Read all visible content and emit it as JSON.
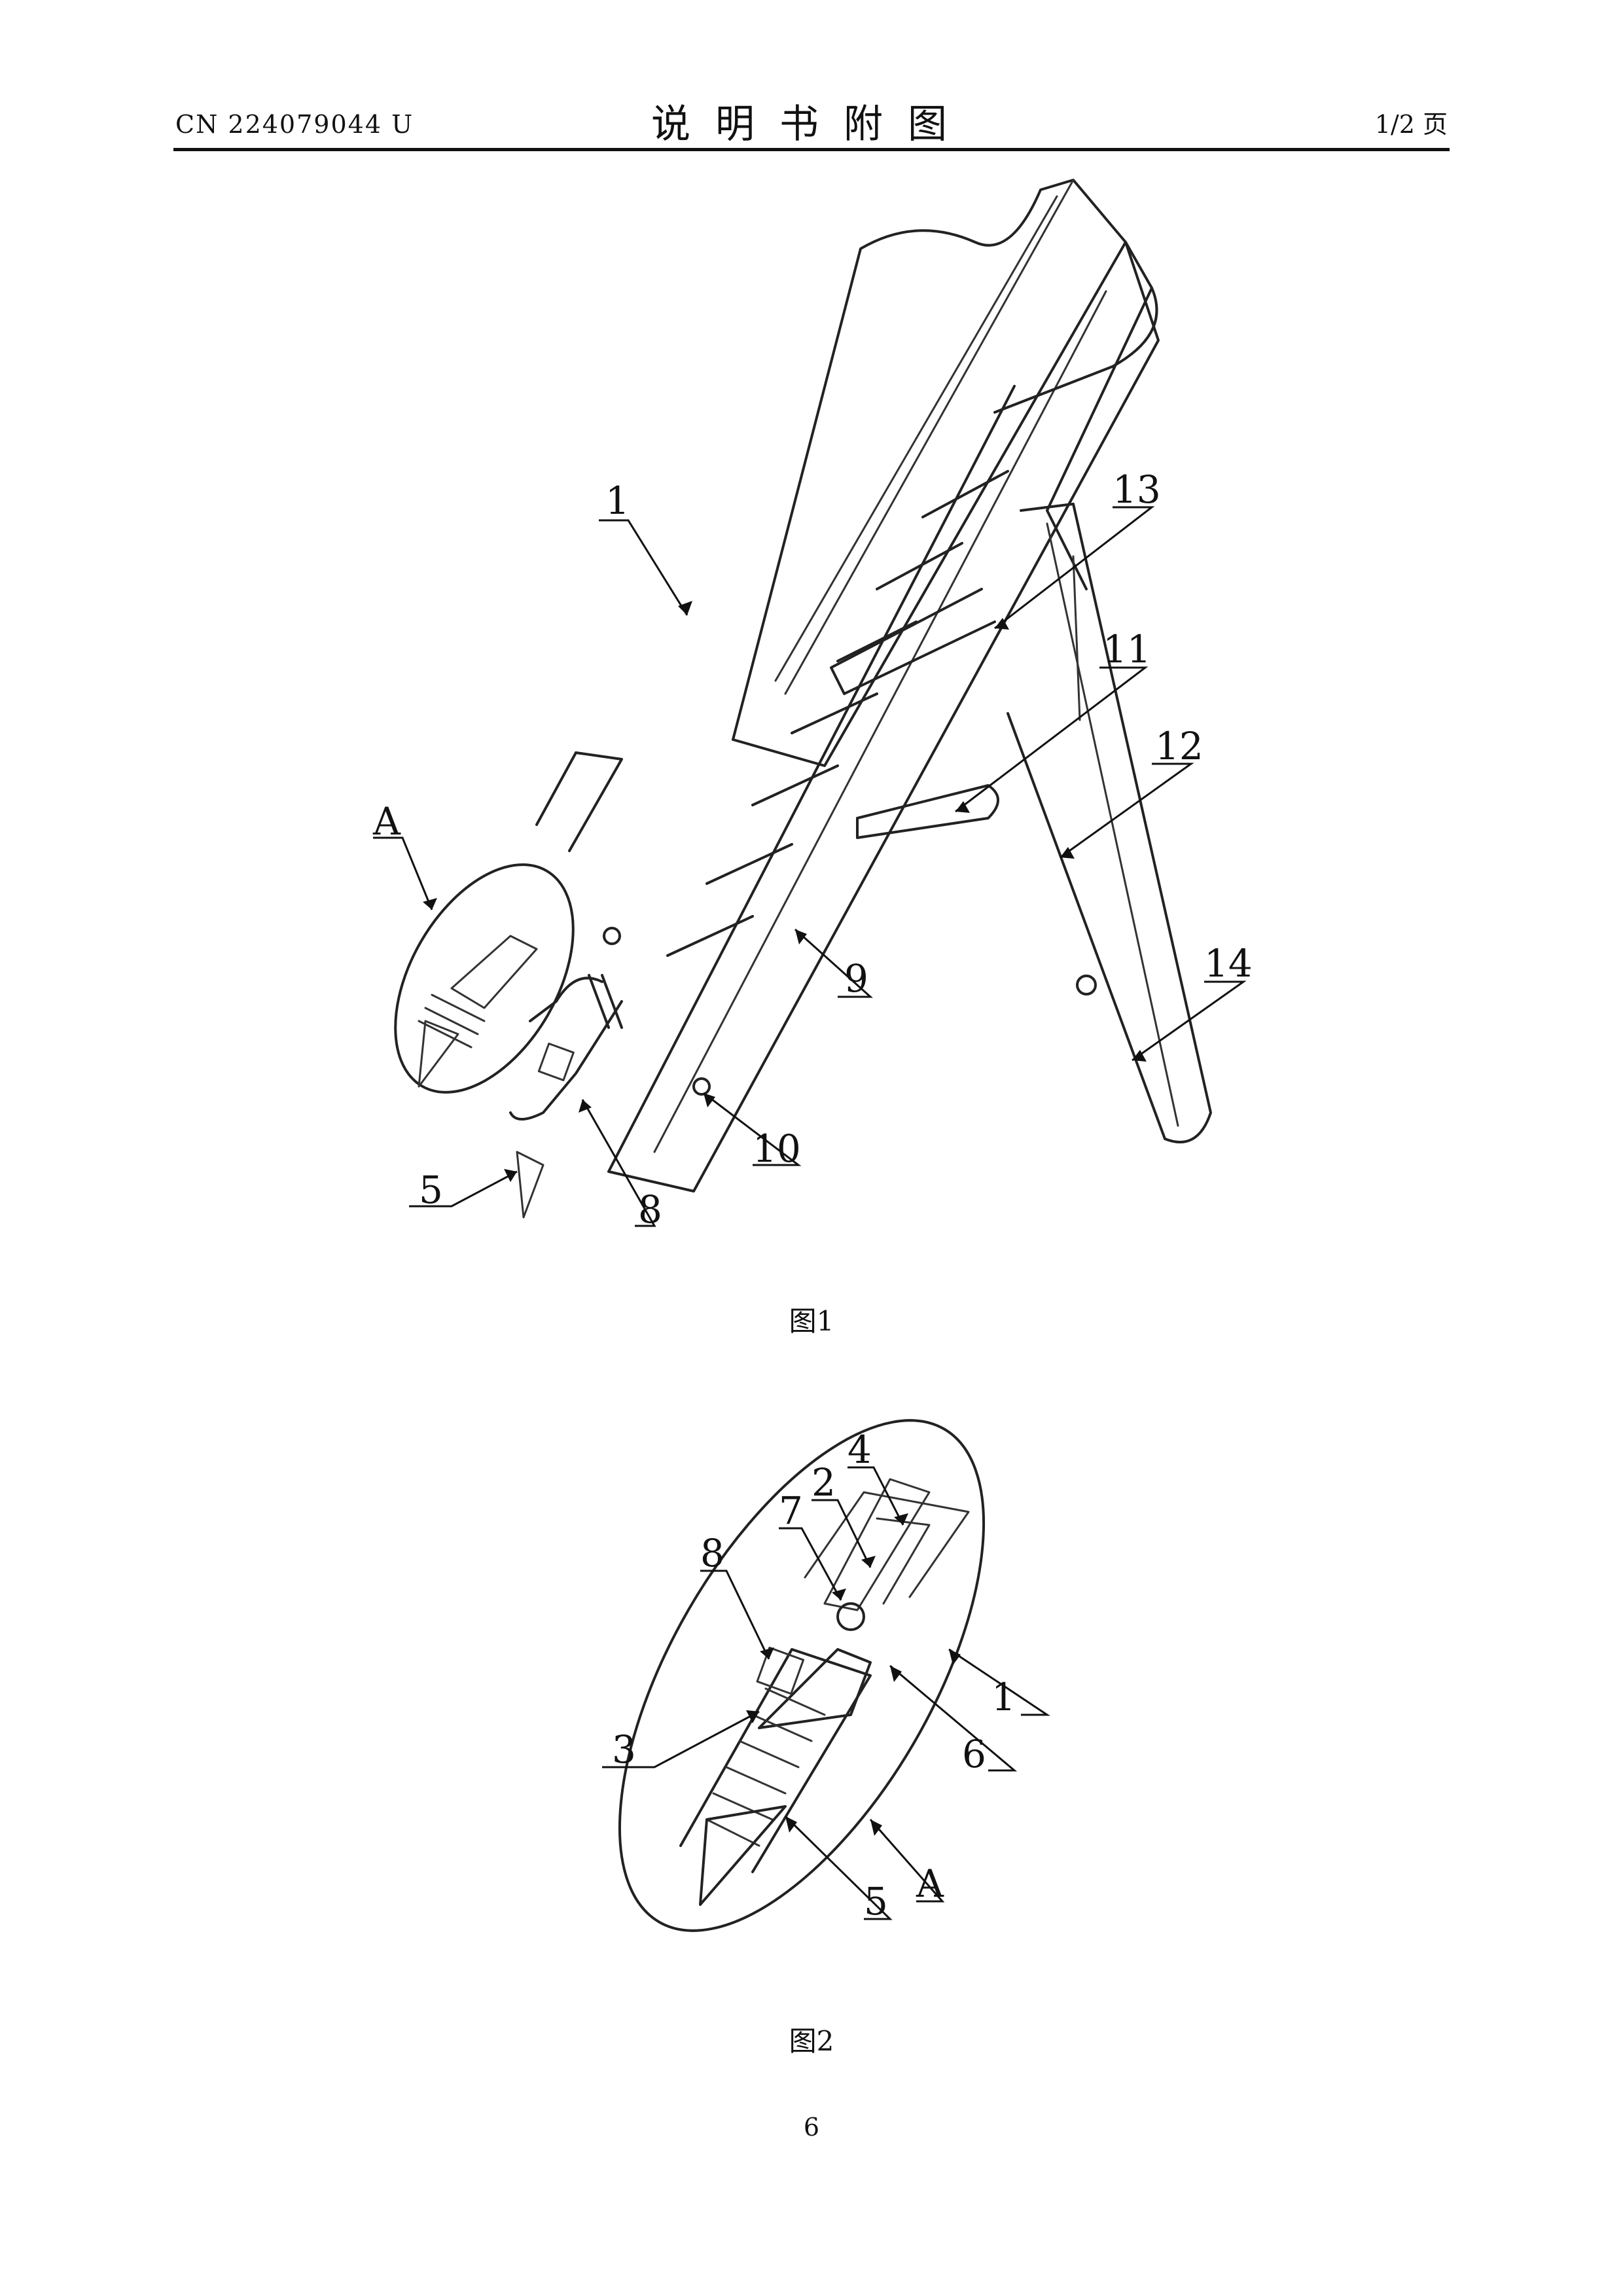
{
  "header": {
    "publication_number": "CN 224079044 U",
    "title": "说明书附图",
    "page_count": "1/2 页"
  },
  "figure1": {
    "caption": "图1",
    "labels": {
      "l1": "1",
      "lA": "A",
      "l5": "5",
      "l8": "8",
      "l9": "9",
      "l10": "10",
      "l11": "11",
      "l12": "12",
      "l13": "13",
      "l14": "14"
    }
  },
  "figure2": {
    "caption": "图2",
    "labels": {
      "l1": "1",
      "l2": "2",
      "l3": "3",
      "l4": "4",
      "l5": "5",
      "l6": "6",
      "l7": "7",
      "l8": "8",
      "lA": "A"
    }
  },
  "footer": {
    "page_number": "6"
  }
}
